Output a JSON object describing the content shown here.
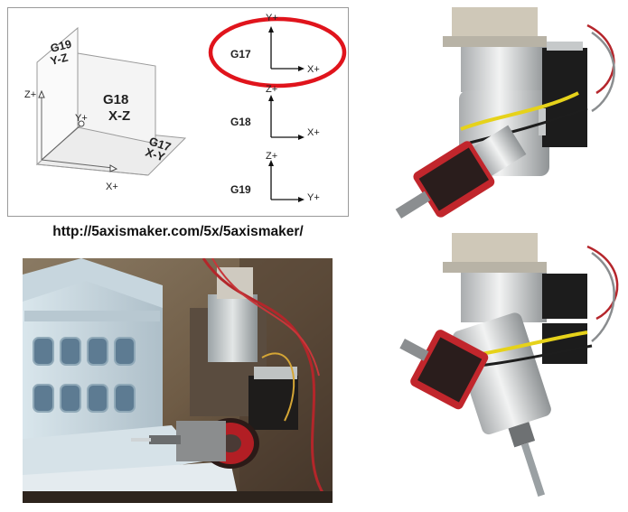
{
  "diagram": {
    "iso_axes": {
      "z": "Z+",
      "y": "Y+",
      "x": "X+"
    },
    "planes": [
      {
        "code": "G19",
        "axes": "Y-Z"
      },
      {
        "code": "G18",
        "axes": "X-Z"
      },
      {
        "code": "G17",
        "axes": "X-Y"
      }
    ],
    "codes": [
      {
        "code": "G17",
        "v": "Y+",
        "h": "X+",
        "highlighted": true
      },
      {
        "code": "G18",
        "v": "Z+",
        "h": "X+",
        "highlighted": false
      },
      {
        "code": "G19",
        "v": "Z+",
        "h": "Y+",
        "highlighted": false
      }
    ],
    "highlight_color": "#e0141c"
  },
  "caption": {
    "url": "http://5axismaker.com/5x/5axismaker/"
  },
  "photos": {
    "milling": {
      "subject": "foam-model-milling"
    },
    "head_top": {
      "subject": "5-axis-head-vertical"
    },
    "head_bottom": {
      "subject": "5-axis-head-tilted"
    }
  }
}
